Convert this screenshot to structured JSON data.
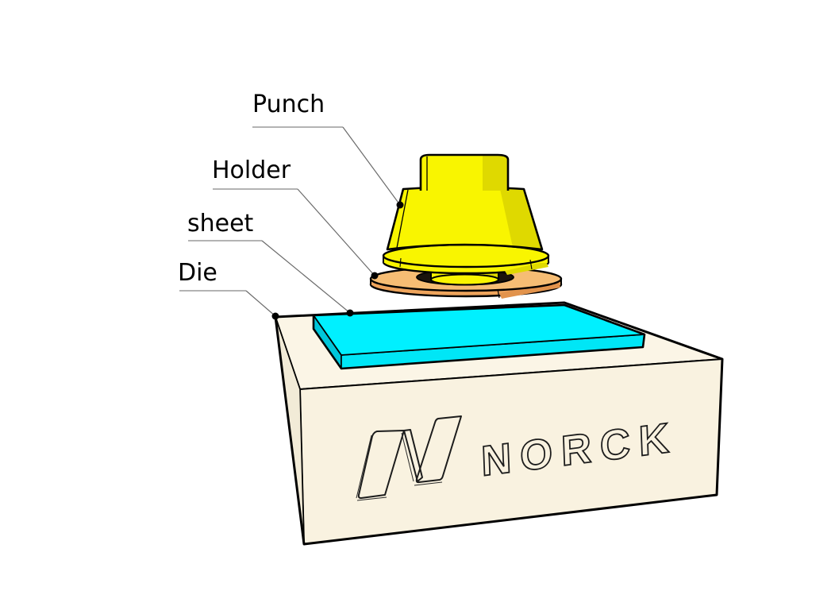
{
  "labels": {
    "punch": "Punch",
    "holder": "Holder",
    "sheet": "sheet",
    "die": "Die"
  },
  "logo": {
    "text": "NORCK"
  },
  "colors": {
    "yellow": "#F9F500",
    "yellow_dark": "#DFD900",
    "orange_top": "#F6BD74",
    "orange_side": "#EEA45C",
    "orange_dark": "#E2934C",
    "hole_dark": "#1A140C",
    "cyan_top": "#00F0FF",
    "cyan_front": "#00E6F6",
    "cyan_side": "#00C6DA",
    "cream_top": "#FBF5E6",
    "cream_front": "#F9F2E0",
    "cream_side": "#F2EBD7",
    "outline": "#000000",
    "leader": "#6B6B6B",
    "label_text": "#000000"
  }
}
